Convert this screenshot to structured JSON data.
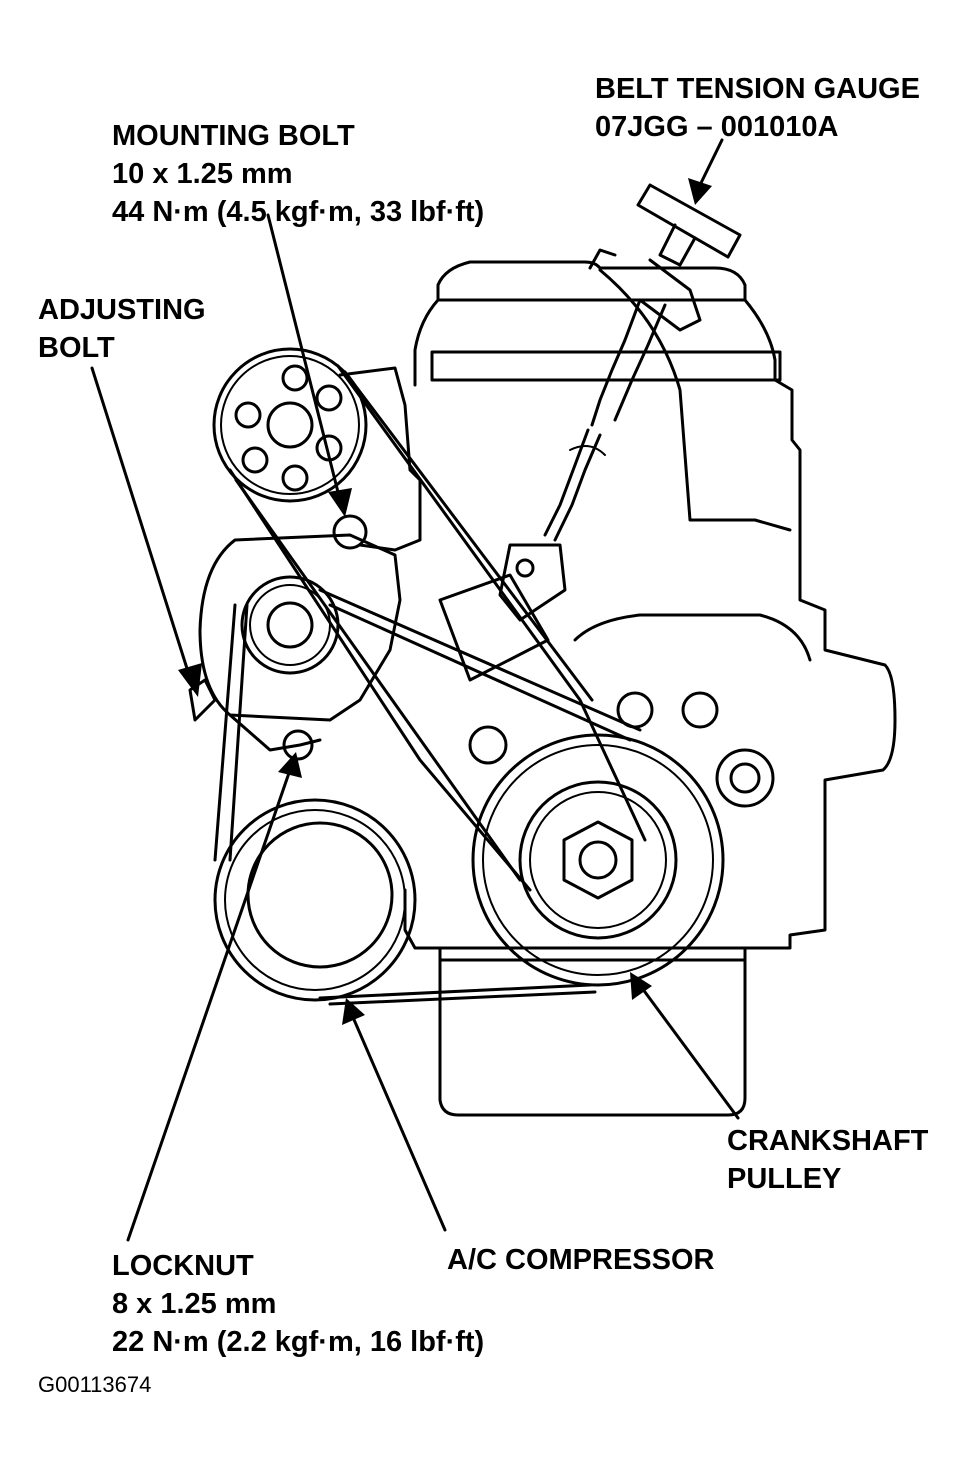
{
  "labels": {
    "belt_tension_gauge": {
      "line1": "BELT TENSION GAUGE",
      "line2": "07JGG – 001010A"
    },
    "mounting_bolt": {
      "line1": "MOUNTING BOLT",
      "line2": "10 x 1.25 mm",
      "line3": "44 N·m (4.5 kgf·m, 33 lbf·ft)"
    },
    "adjusting_bolt": {
      "line1": "ADJUSTING",
      "line2": "BOLT"
    },
    "crankshaft_pulley": {
      "line1": "CRANKSHAFT",
      "line2": "PULLEY"
    },
    "ac_compressor": {
      "line1": "A/C COMPRESSOR"
    },
    "locknut": {
      "line1": "LOCKNUT",
      "line2": "8 x 1.25 mm",
      "line3": "22 N·m (2.2 kgf·m, 16 lbf·ft)"
    }
  },
  "figure_id": "G00113674",
  "colors": {
    "ink": "#000000",
    "paper": "#ffffff"
  }
}
